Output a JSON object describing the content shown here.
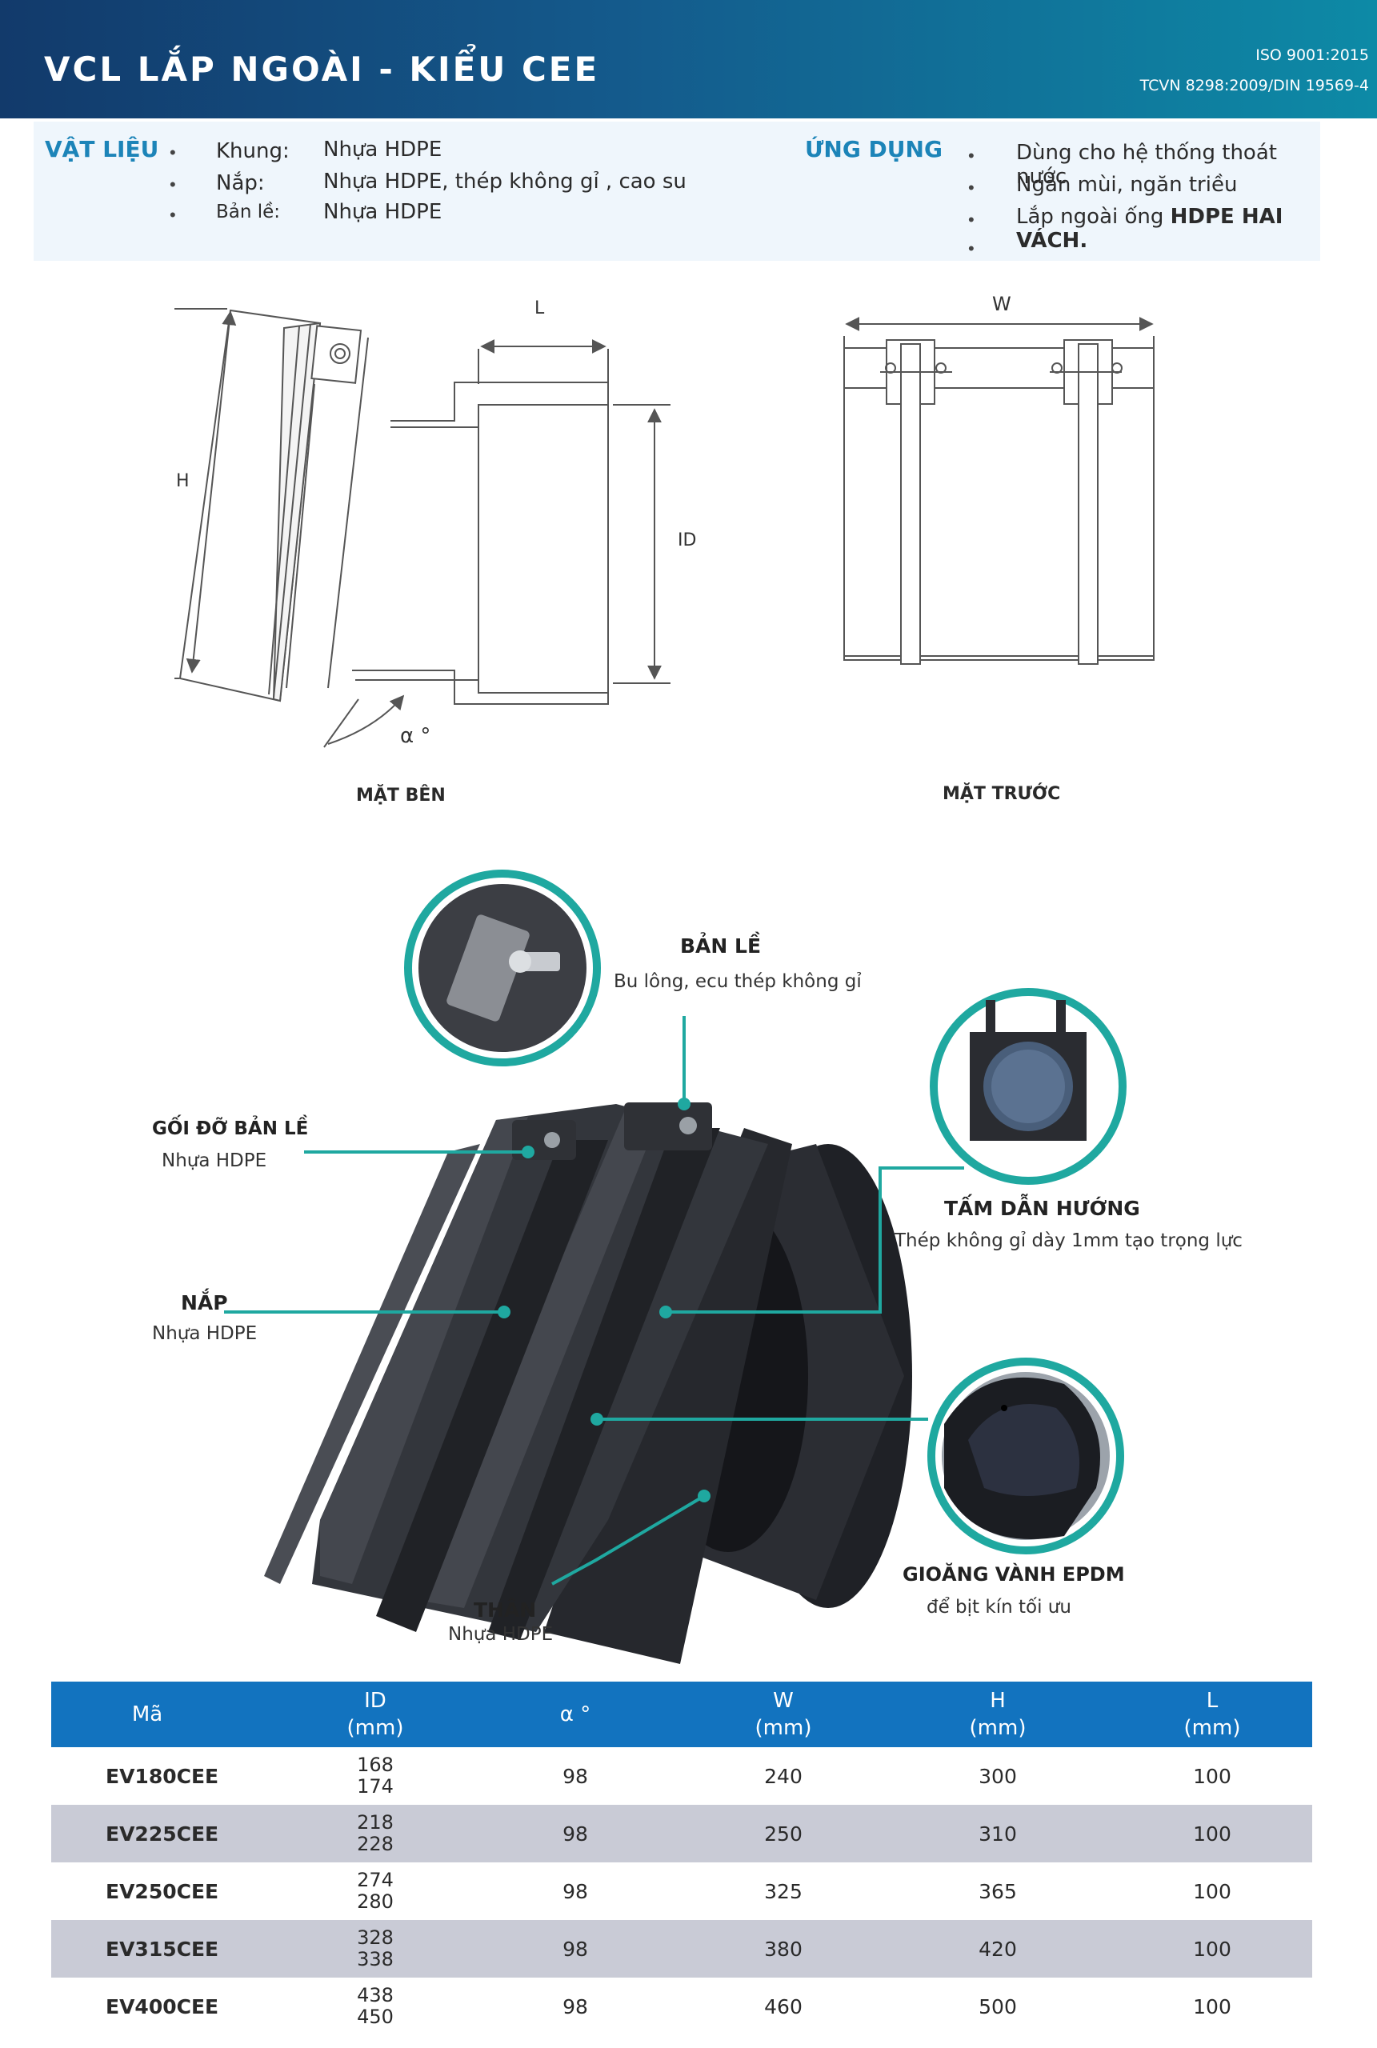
{
  "header": {
    "title": "VCL LẮP NGOÀI - KIỂU CEE",
    "standard1": "ISO 9001:2015",
    "standard2": "TCVN 8298:2009/DIN 19569-4"
  },
  "materials": {
    "heading": "VẬT LIỆU",
    "items": [
      {
        "label": "Khung:",
        "value": "Nhựa HDPE"
      },
      {
        "label": "Nắp:",
        "value": "Nhựa HDPE, thép không gỉ , cao su"
      },
      {
        "label": "Bản lề:",
        "value": "Nhựa HDPE"
      }
    ]
  },
  "application": {
    "heading": "ỨNG DỤNG",
    "items": [
      "Dùng  cho hệ thống thoát nước",
      "Ngăn mùi, ngăn triều"
    ],
    "item3_prefix": "Lắp ngoài ống ",
    "item3_bold": "HDPE HAI VÁCH."
  },
  "drawings": {
    "side_label": "MẶT BÊN",
    "front_label": "MẶT TRƯỚC",
    "dim_L": "L",
    "dim_H": "H",
    "dim_ID": "ID",
    "dim_W": "W",
    "dim_alpha": "α °"
  },
  "callouts": {
    "hinge": {
      "title": "BẢN LỀ",
      "sub": "Bu lông, ecu thép không gỉ"
    },
    "hinge_support": {
      "title": "GỐI ĐỠ BẢN LỀ",
      "sub": "Nhựa HDPE"
    },
    "guide_plate": {
      "title": "TẤM DẪN HƯỚNG",
      "sub": "Thép không gỉ dày 1mm tạo trọng lực"
    },
    "lid": {
      "title": "NẮP",
      "sub": "Nhựa HDPE"
    },
    "gasket": {
      "title": "GIOĂNG VÀNH EPDM",
      "sub": "để bịt kín tối ưu"
    },
    "body": {
      "title": "THÂN",
      "sub": "Nhựa HDPE"
    }
  },
  "table": {
    "headers": [
      {
        "top": "Mã",
        "bottom": ""
      },
      {
        "top": "ID",
        "bottom": "(mm)"
      },
      {
        "top": "α °",
        "bottom": ""
      },
      {
        "top": "W",
        "bottom": "(mm)"
      },
      {
        "top": "H",
        "bottom": "(mm)"
      },
      {
        "top": "L",
        "bottom": "(mm)"
      }
    ],
    "rows": [
      {
        "code": "EV180CEE",
        "id1": "168",
        "id2": "174",
        "alpha": "98",
        "w": "240",
        "h": "300",
        "l": "100"
      },
      {
        "code": "EV225CEE",
        "id1": "218",
        "id2": "228",
        "alpha": "98",
        "w": "250",
        "h": "310",
        "l": "100"
      },
      {
        "code": "EV250CEE",
        "id1": "274",
        "id2": "280",
        "alpha": "98",
        "w": "325",
        "h": "365",
        "l": "100"
      },
      {
        "code": "EV315CEE",
        "id1": "328",
        "id2": "338",
        "alpha": "98",
        "w": "380",
        "h": "420",
        "l": "100"
      },
      {
        "code": "EV400CEE",
        "id1": "438",
        "id2": "450",
        "alpha": "98",
        "w": "460",
        "h": "500",
        "l": "100"
      }
    ]
  },
  "colors": {
    "header_start": "#123a6b",
    "header_end": "#0d8aa6",
    "accent": "#1c84b8",
    "callout_teal": "#1fa8a0",
    "table_header": "#1273bf",
    "table_alt_row": "#c9cbd6"
  }
}
